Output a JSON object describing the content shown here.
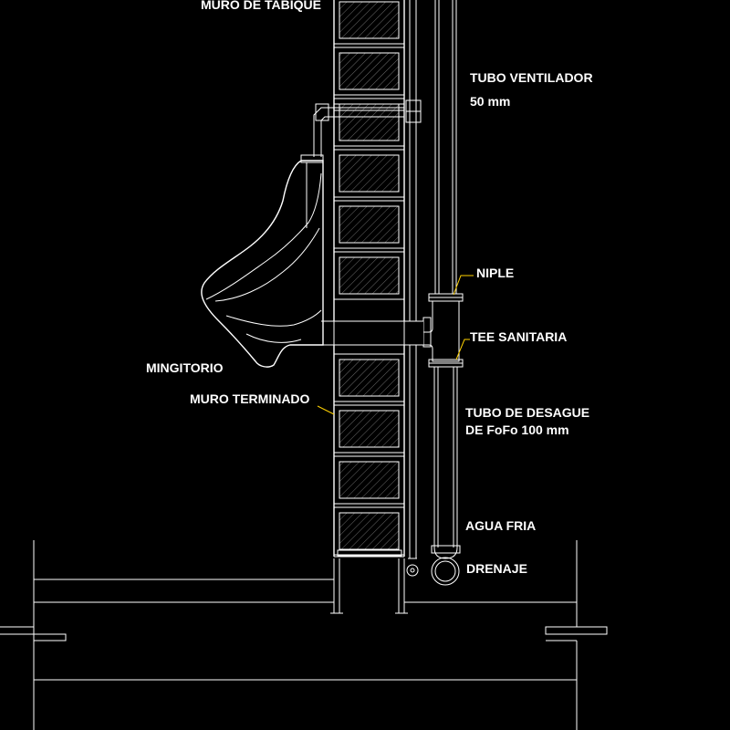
{
  "labels": {
    "muro_tabique": "MURO DE TABIQUE",
    "tubo_ventilador": "TUBO VENTILADOR",
    "tubo_ventilador_size": "50 mm",
    "niple": "NIPLE",
    "tee_sanitaria": "TEE SANITARIA",
    "mingitorio": "MINGITORIO",
    "muro_terminado": "MURO TERMINADO",
    "tubo_desague": "TUBO DE DESAGUE",
    "tubo_desague_spec": "DE FoFo 100 mm",
    "agua_fria": "AGUA FRIA",
    "drenaje": "DRENAJE"
  },
  "colors": {
    "background": "#000000",
    "lines": "#ffffff",
    "hatch": "#9a9a9a",
    "leaders": "#ffd200"
  }
}
